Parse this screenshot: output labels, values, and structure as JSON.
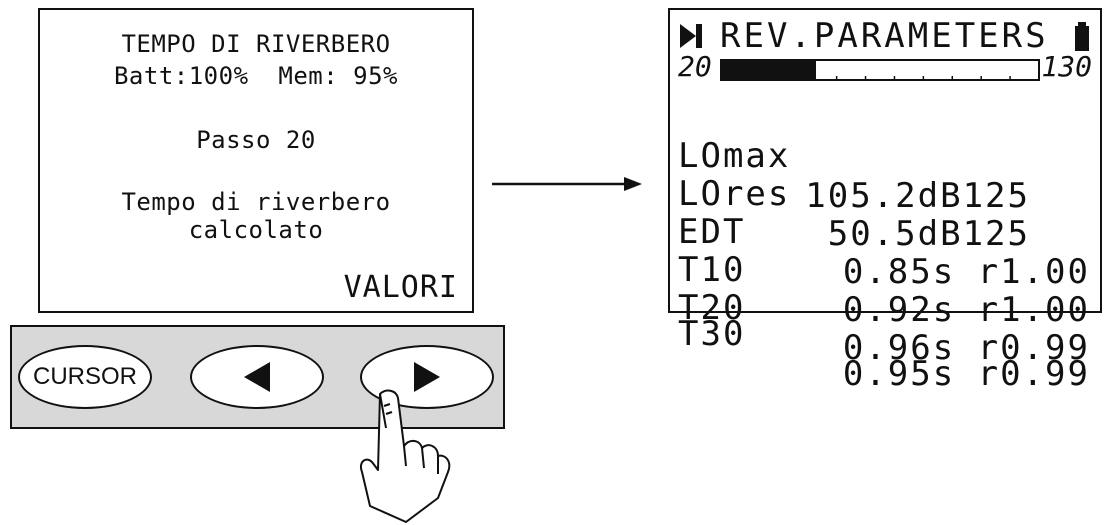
{
  "left_screen": {
    "title": "TEMPO DI RIVERBERO",
    "status": "Batt:100%  Mem: 95%",
    "step": "Passo 20",
    "message_line1": "Tempo di riverbero",
    "message_line2": "calcolato",
    "softkey": "VALORI"
  },
  "right_screen": {
    "title": "REV.PARAMETERS",
    "scale_min": "20",
    "scale_max": "130",
    "level_fraction": 0.3,
    "rows": [
      {
        "label": "LOmax",
        "value": "105.2dB125"
      },
      {
        "label": "LOres",
        "value": "50.5dB125"
      },
      {
        "label": "EDT",
        "value": "0.85s r1.00"
      },
      {
        "label": "T10",
        "value": "0.92s r1.00"
      },
      {
        "label": "T20",
        "value": "0.96s r0.99"
      },
      {
        "label": "T30",
        "value": "0.95s r0.99"
      }
    ]
  },
  "keypad": {
    "cursor_label": "CURSOR",
    "left_icon": "arrow-left-icon",
    "right_icon": "arrow-right-icon"
  }
}
